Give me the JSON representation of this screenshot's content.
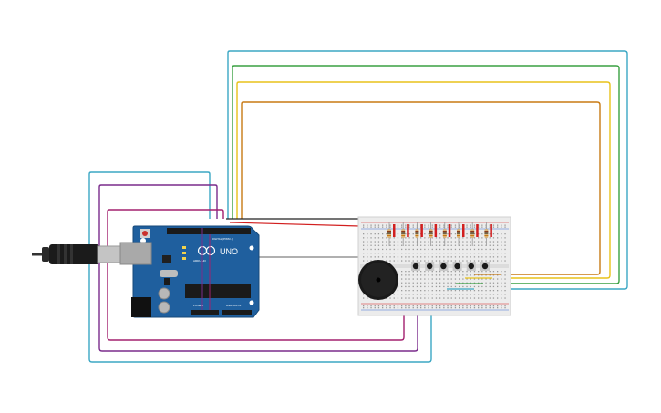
{
  "board": {
    "name_text": "UNO",
    "arduino_text": "ARDUINO",
    "digital_header_text": "DIGITAL (PWM ~)",
    "power_header_text": "POWER",
    "analog_header_text": "ANALOG IN"
  },
  "colors": {
    "board": "#1f5f9e",
    "wire_cyan": "#3ba7c4",
    "wire_green": "#3aa142",
    "wire_yellow": "#e8c21a",
    "wire_orange": "#c87a14",
    "wire_purple": "#7a2c8c",
    "wire_magenta": "#a3206e",
    "wire_red": "#d21f1f",
    "wire_black": "#222222",
    "wire_gray": "#808080",
    "breadboard": "#ececec"
  },
  "icons": {
    "usb_plug": "usb-cable-icon",
    "buzzer": "piezo-buzzer-icon",
    "button": "pushbutton-icon",
    "resistor": "resistor-icon",
    "led": "led-icon"
  }
}
